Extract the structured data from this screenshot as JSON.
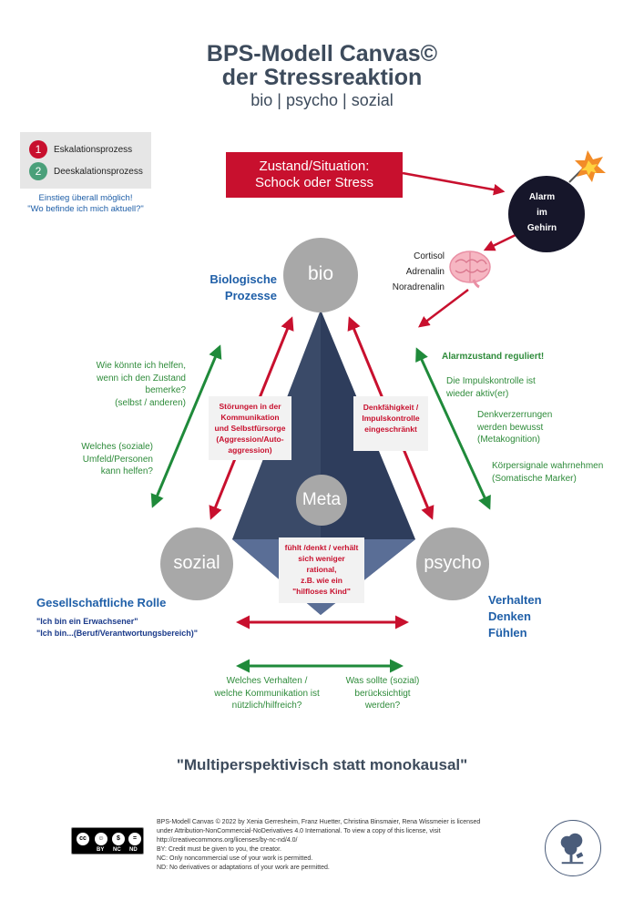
{
  "title": {
    "line1": "BPS-Modell Canvas©",
    "line2": "der Stressreaktion",
    "subtitle": "bio | psycho | sozial"
  },
  "legend": {
    "items": [
      {
        "num": "1",
        "label": "Eskalationsprozess",
        "color": "#c8102e"
      },
      {
        "num": "2",
        "label": "Deeskalationsprozess",
        "color": "#4aa07a"
      }
    ],
    "note_line1": "Einstieg überall möglich!",
    "note_line2": "\"Wo befinde ich mich aktuell?\""
  },
  "state": {
    "line1": "Zustand/Situation:",
    "line2": "Schock oder Stress"
  },
  "alarm": {
    "line1": "Alarm",
    "line2": "im",
    "line3": "Gehirn"
  },
  "hormones": [
    "Cortisol",
    "Adrenalin",
    "Noradrenalin"
  ],
  "circles": {
    "bio": "bio",
    "sozial": "sozial",
    "psycho": "psycho",
    "meta": "Meta"
  },
  "bio_label": {
    "line1": "Biologische",
    "line2": "Prozesse"
  },
  "left_questions": {
    "q1": [
      "Wie könnte ich helfen,",
      "wenn ich den Zustand",
      "bemerke?",
      "(selbst / anderen)"
    ],
    "q2": [
      "Welches (soziale)",
      "Umfeld/Personen",
      "kann helfen?"
    ]
  },
  "right_green": {
    "heading": "Alarmzustand reguliert!",
    "p1": [
      "Die Impulskontrolle ist",
      "wieder aktiv(er)"
    ],
    "p2": [
      "Denkverzerrungen",
      "werden bewusst",
      "(Metakognition)"
    ],
    "p3": [
      "Körpersignale wahrnehmen",
      "(Somatische Marker)"
    ]
  },
  "inner_boxes": {
    "left": [
      "Störungen in der",
      "Kommunikation",
      "und Selbstfürsorge",
      "(Aggression/Auto-",
      "aggression)"
    ],
    "right": [
      "Denkfähigkeit /",
      "Impulskontrolle",
      "eingeschränkt"
    ],
    "bottom": [
      "fühlt /denkt / verhält",
      "sich weniger",
      "rational,",
      "z.B. wie ein",
      "\"hilfloses Kind\""
    ]
  },
  "social_role": {
    "heading": "Gesellschaftliche Rolle",
    "line1": "\"Ich bin ein Erwachsener\"",
    "line2": "\"Ich bin...(Beruf/Verantwortungsbereich)\""
  },
  "psycho_label": [
    "Verhalten",
    "Denken",
    "Fühlen"
  ],
  "bottom_questions": {
    "left": [
      "Welches Verhalten /",
      "welche Kommunikation ist",
      "nützlich/hilfreich?"
    ],
    "right": [
      "Was sollte (sozial)",
      "berücksichtigt",
      "werden?"
    ]
  },
  "quote": "\"Multiperspektivisch statt monokausal\"",
  "license": {
    "badge": [
      "BY",
      "NC",
      "ND"
    ],
    "lines": [
      "BPS-Modell Canvas © 2022 by Xenia Gerresheim, Franz Huetter, Christina Binsmaier, Rena Wissmeier is licensed",
      "under Attribution-NonCommercial-NoDerivatives 4.0 International. To view a copy of this license, visit",
      "http://creativecommons.org/licenses/by-nc-nd/4.0/",
      "BY: Credit must be given to you, the creator.",
      "NC: Only noncommercial use of your work is permitted.",
      "ND: No derivatives or adaptations of your work are permitted."
    ]
  },
  "colors": {
    "red": "#c8102e",
    "green": "#1f8a3a",
    "blue": "#1f5fa8",
    "navy": "#3d4b5c",
    "circle_grey": "#a8a8a8",
    "pyramid_dark": "#3a4a68",
    "pyramid_light": "#5a6e96"
  }
}
